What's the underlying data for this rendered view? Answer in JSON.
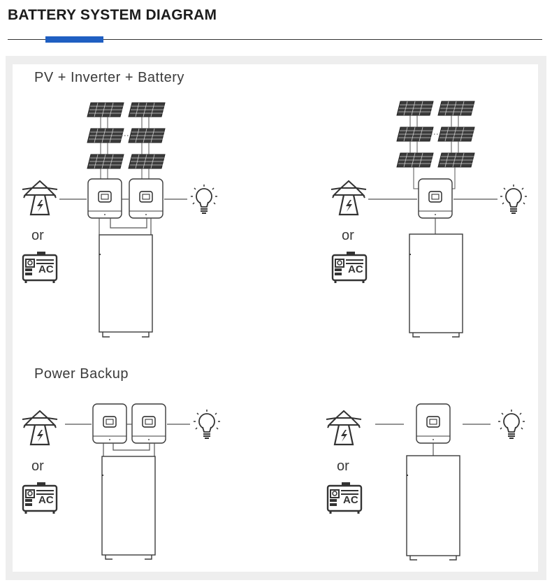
{
  "header": {
    "title": "BATTERY SYSTEM DIAGRAM",
    "accent_color": "#1f5fc2"
  },
  "sections": {
    "pv": {
      "title": "PV + Inverter + Battery"
    },
    "backup": {
      "title": "Power Backup"
    }
  },
  "labels": {
    "or": "or",
    "generator_text": "AC"
  },
  "diagrams": [
    {
      "name": "pv-dual-inverter",
      "solar_panels": true,
      "inverters": 2
    },
    {
      "name": "pv-single-inverter",
      "solar_panels": true,
      "inverters": 1
    },
    {
      "name": "backup-dual-inverter",
      "solar_panels": false,
      "inverters": 2
    },
    {
      "name": "backup-single-inverter",
      "solar_panels": false,
      "inverters": 1
    }
  ],
  "icons": [
    "grid-tower-icon",
    "generator-icon",
    "light-bulb-icon",
    "solar-panel-icon",
    "inverter-icon",
    "battery-cabinet-icon"
  ]
}
